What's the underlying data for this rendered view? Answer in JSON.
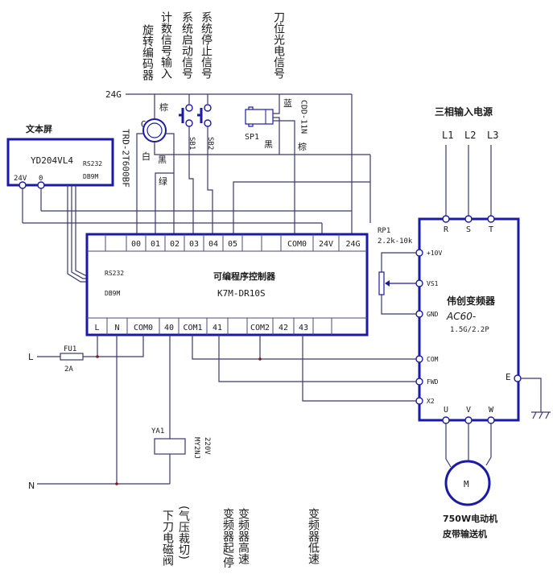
{
  "top_labels": {
    "encoder": "旋转编码器",
    "count_input": "计数信号输入",
    "start_signal": "系统启动信号",
    "stop_signal": "系统停止信号",
    "knife_photo": "刀位光电信号"
  },
  "rail_24g": "24G",
  "text_screen": {
    "title": "文本屏",
    "model": "YD204VL4",
    "port": "RS232",
    "connector": "DB9M",
    "terminals": [
      "24V",
      "0"
    ]
  },
  "encoder": {
    "id": "GB1",
    "model": "TRD-2T600BF",
    "wires": {
      "brown": "棕",
      "white": "白",
      "black": "黑",
      "green": "绿"
    }
  },
  "buttons": {
    "sb1": "SB1",
    "sb2": "SB2"
  },
  "photo_sensor": {
    "id": "SP1",
    "model": "CDD-11N",
    "wires": {
      "blue": "蓝",
      "black": "黑",
      "brown": "棕"
    }
  },
  "plc": {
    "title": "可编程序控制器",
    "model": "K7M-DR10S",
    "port": "RS232",
    "connector": "DB9M",
    "top_terminals": [
      "",
      "",
      "00",
      "01",
      "02",
      "03",
      "04",
      "05",
      "",
      "",
      "COM0",
      "24V",
      "24G"
    ],
    "bottom_terminals": [
      "L",
      "N",
      "COM0",
      "40",
      "COM1",
      "41",
      "",
      "COM2",
      "42",
      "43",
      "",
      ""
    ]
  },
  "power": {
    "L": "L",
    "N": "N",
    "fuse": "FU1",
    "fuse_rating": "2A"
  },
  "valve": {
    "id": "YA1",
    "model": "MY2NJ",
    "voltage": "220V"
  },
  "three_phase": {
    "title": "三相输入电源",
    "lines": [
      "L1",
      "L2",
      "L3"
    ]
  },
  "inverter": {
    "title": "伟创变频器",
    "model": "AC60-",
    "rating": "1.5G/2.2P",
    "input_terminals": [
      "R",
      "S",
      "T"
    ],
    "left_terminals": [
      "+10V",
      "VS1",
      "GND",
      "COM",
      "FWD",
      "X2"
    ],
    "output_terminals": [
      "U",
      "V",
      "W"
    ],
    "earth": "E"
  },
  "potentiometer": {
    "id": "RP1",
    "value": "2.2k-10k"
  },
  "motor": {
    "symbol": "M",
    "label1": "750W电动机",
    "label2": "皮带输送机"
  },
  "bottom_labels": {
    "knife_valve": "下刀电磁阀",
    "pneumatic_cut": "(气压裁切)",
    "inv_start_stop": "变频器起/停",
    "inv_high": "变频器高速",
    "inv_low": "变频器低速"
  }
}
